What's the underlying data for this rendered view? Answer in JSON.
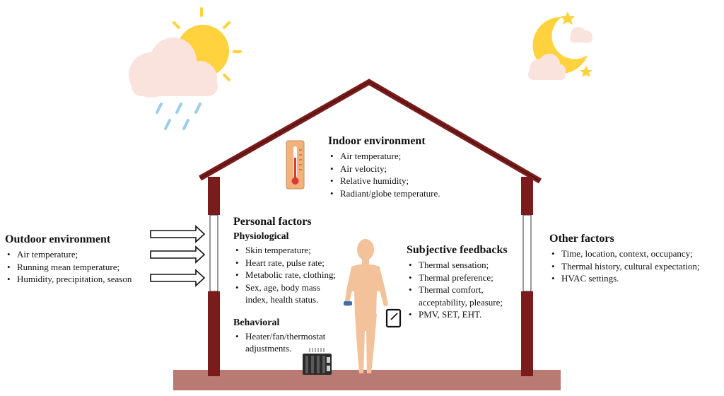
{
  "outdoor": {
    "title": "Outdoor environment",
    "items": [
      "Air temperature;",
      "Running mean temperature;",
      "Humidity, precipitation, season"
    ]
  },
  "indoor": {
    "title": "Indoor environment",
    "items": [
      "Air temperature;",
      "Air velocity;",
      "Relative humidity;",
      "Radiant/globe temperature."
    ]
  },
  "personal": {
    "title": "Personal factors",
    "physiological": {
      "title": "Physiological",
      "items": [
        "Skin temperature;",
        "Heart rate, pulse rate;",
        "Metabolic rate, clothing;",
        "Sex, age, body mass\nindex, health status."
      ]
    },
    "behavioral": {
      "title": "Behavioral",
      "items": [
        "Heater/fan/thermostat\nadjustments."
      ]
    }
  },
  "subjective": {
    "title": "Subjective feedbacks",
    "items": [
      "Thermal sensation;",
      "Thermal preference;",
      "Thermal comfort,\nacceptability, pleasure;",
      "PMV, SET, EHT."
    ]
  },
  "other": {
    "title": "Other factors",
    "items": [
      "Time, location, context, occupancy;",
      "Thermal history, cultural expectation;",
      "HVAC settings."
    ]
  },
  "colors": {
    "roof": "#7a1c1c",
    "wall": "#7a1c1c",
    "floor": "#b97a73",
    "sun": "#ffd23e",
    "cloud": "#fbe3dd",
    "rain": "#9ccde9",
    "moon": "#ffd23e",
    "body": "#f3c29a"
  },
  "icons": [
    "sun-cloud-rain-icon",
    "moon-stars-icon",
    "thermometer-icon",
    "person-icon",
    "wrist-sensor-icon",
    "tablet-icon",
    "heater-icon",
    "arrow-icon"
  ]
}
